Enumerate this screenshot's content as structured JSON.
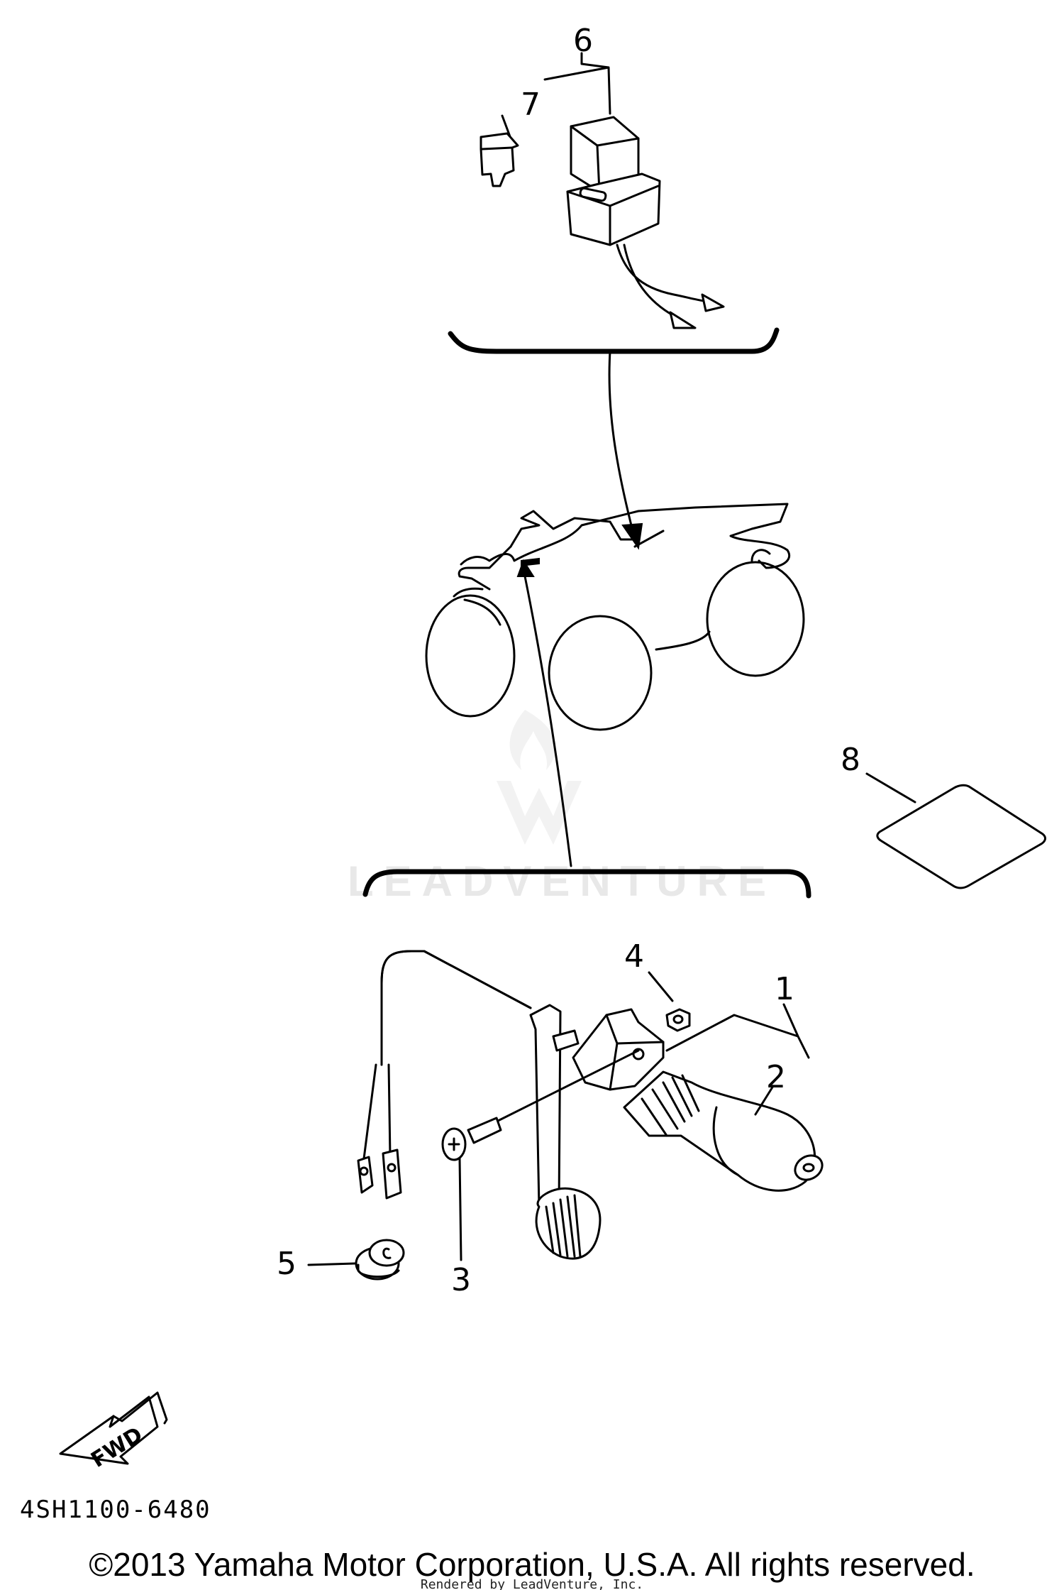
{
  "diagram": {
    "callouts": [
      {
        "id": "1",
        "text": "1"
      },
      {
        "id": "2",
        "text": "2"
      },
      {
        "id": "3",
        "text": "3"
      },
      {
        "id": "4",
        "text": "4"
      },
      {
        "id": "5",
        "text": "5"
      },
      {
        "id": "6",
        "text": "6"
      },
      {
        "id": "7",
        "text": "7"
      },
      {
        "id": "8",
        "text": "8"
      }
    ],
    "direction_label": "FWD",
    "part_number": "4SH1100-6480",
    "watermark": "LEADVENTURE",
    "footer": {
      "copyright": "©2013 Yamaha Motor Corporation, U.S.A. All rights reserved.",
      "rendered_by": "Rendered by LeadVenture, Inc."
    }
  }
}
